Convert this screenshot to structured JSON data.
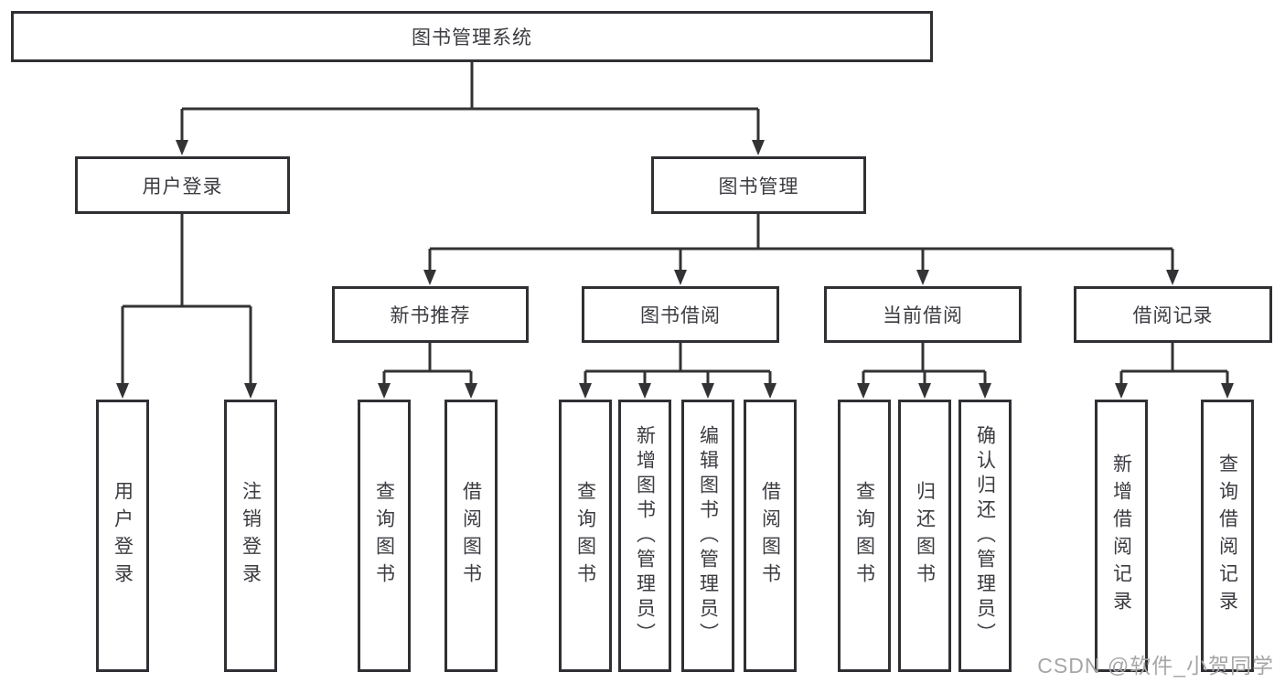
{
  "diagram": {
    "title": "图书管理系统",
    "type": "hierarchy-tree",
    "colors": {
      "line": "#333336",
      "border": "#303034",
      "text": "#3b3b41",
      "background": "#ffffff",
      "watermark": "#a6a6a6"
    },
    "watermark": "CSDN @软件_小贺同学",
    "nodes": {
      "root": {
        "label": "图书管理系统",
        "level": 0,
        "children": [
          "user_login",
          "book_mgmt"
        ]
      },
      "user_login": {
        "label": "用户登录",
        "level": 1,
        "children": [
          "leaf_user_login",
          "leaf_logout"
        ]
      },
      "book_mgmt": {
        "label": "图书管理",
        "level": 1,
        "children": [
          "new_book_rec",
          "book_borrow",
          "current_borrow",
          "borrow_records"
        ]
      },
      "new_book_rec": {
        "label": "新书推荐",
        "level": 2,
        "children": [
          "leaf_query_books_1",
          "leaf_borrow_books_1"
        ]
      },
      "book_borrow": {
        "label": "图书借阅",
        "level": 2,
        "children": [
          "leaf_query_books_2",
          "leaf_add_book",
          "leaf_edit_book",
          "leaf_borrow_books_2"
        ]
      },
      "current_borrow": {
        "label": "当前借阅",
        "level": 2,
        "children": [
          "leaf_query_books_3",
          "leaf_return_book",
          "leaf_confirm_return"
        ]
      },
      "borrow_records": {
        "label": "借阅记录",
        "level": 2,
        "children": [
          "leaf_add_record",
          "leaf_query_record"
        ]
      },
      "leaf_user_login": {
        "label": "用户登录",
        "level": 3
      },
      "leaf_logout": {
        "label": "注销登录",
        "level": 3
      },
      "leaf_query_books_1": {
        "label": "查询图书",
        "level": 3
      },
      "leaf_borrow_books_1": {
        "label": "借阅图书",
        "level": 3
      },
      "leaf_query_books_2": {
        "label": "查询图书",
        "level": 3
      },
      "leaf_add_book": {
        "label": "新增图书（管理员）",
        "level": 3
      },
      "leaf_edit_book": {
        "label": "编辑图书（管理员）",
        "level": 3
      },
      "leaf_borrow_books_2": {
        "label": "借阅图书",
        "level": 3
      },
      "leaf_query_books_3": {
        "label": "查询图书",
        "level": 3
      },
      "leaf_return_book": {
        "label": "归还图书",
        "level": 3
      },
      "leaf_confirm_return": {
        "label": "确认归还（管理员）",
        "level": 3
      },
      "leaf_add_record": {
        "label": "新增借阅记录",
        "level": 3
      },
      "leaf_query_record": {
        "label": "查询借阅记录",
        "level": 3
      }
    }
  }
}
